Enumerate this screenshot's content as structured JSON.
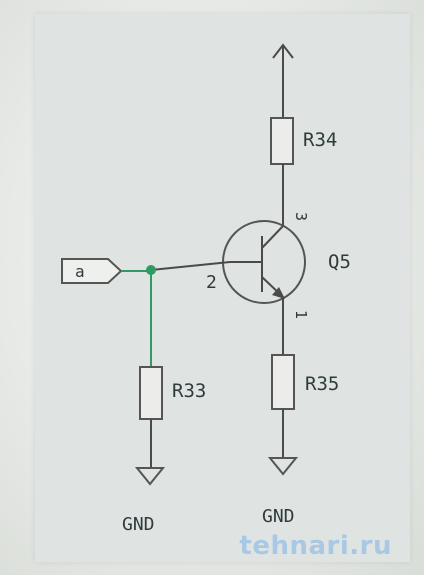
{
  "labels": {
    "r34": "R34",
    "r33": "R33",
    "r35": "R35",
    "q5": "Q5",
    "pin_base": "2",
    "pin_collector": "3",
    "pin_emitter": "1",
    "port": "a",
    "gnd_left": "GND",
    "gnd_right": "GND"
  },
  "watermark": "tehnari.ru",
  "colors": {
    "wire": "#4a4a4a",
    "net_highlight": "#2f9a63",
    "paper": "#dfe4e3"
  }
}
